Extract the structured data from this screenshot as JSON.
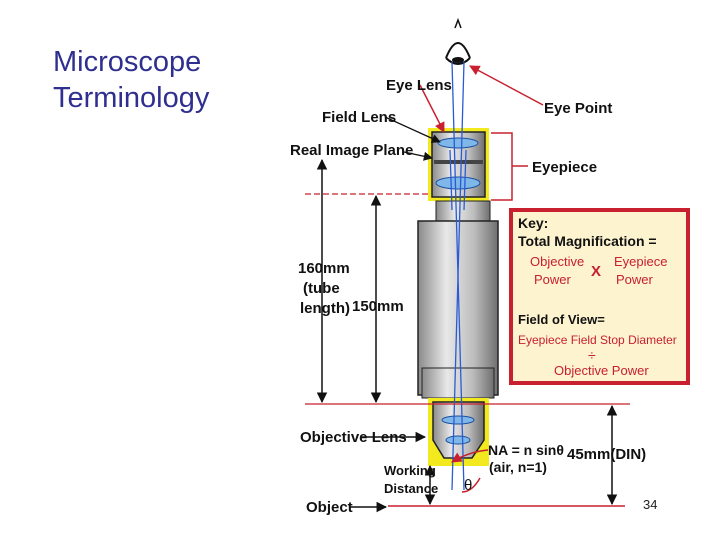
{
  "slide": {
    "title_line1": "Microscope",
    "title_line2": "Terminology",
    "page_number": "34"
  },
  "diagram": {
    "labels": {
      "eye_lens": "Eye Lens",
      "eye_point": "Eye Point",
      "field_lens": "Field Lens",
      "real_image_plane": "Real Image Plane",
      "eyepiece": "Eyepiece",
      "tube_length_1": "160mm",
      "tube_length_2": "(tube",
      "tube_length_3": "length)",
      "length_150": "150mm",
      "objective_lens": "Objective Lens",
      "na_formula": "NA = n sinθ",
      "na_air": "(air, n=1)",
      "din_45": "45mm(DIN)",
      "working_1": "Working",
      "working_2": "Distance",
      "object": "Object",
      "theta": "θ"
    },
    "key": {
      "title": "Key:",
      "total_mag": "Total Magnification =",
      "objective_power_1": "Objective",
      "objective_power_2": "Power",
      "times": "X",
      "eyepiece_power_1": "Eyepiece",
      "eyepiece_power_2": "Power",
      "field_of_view": "Field of View=",
      "field_stop": "Eyepiece Field Stop Diameter",
      "divide": "÷",
      "objective_power_full": "Objective Power"
    }
  },
  "colors": {
    "title": "#2f2f8f",
    "highlight": "#f2ea1f",
    "key_bg": "#fdf3cf",
    "key_border": "#c8202f",
    "red": "#c8202f",
    "light_path": "#2a5bd7"
  }
}
